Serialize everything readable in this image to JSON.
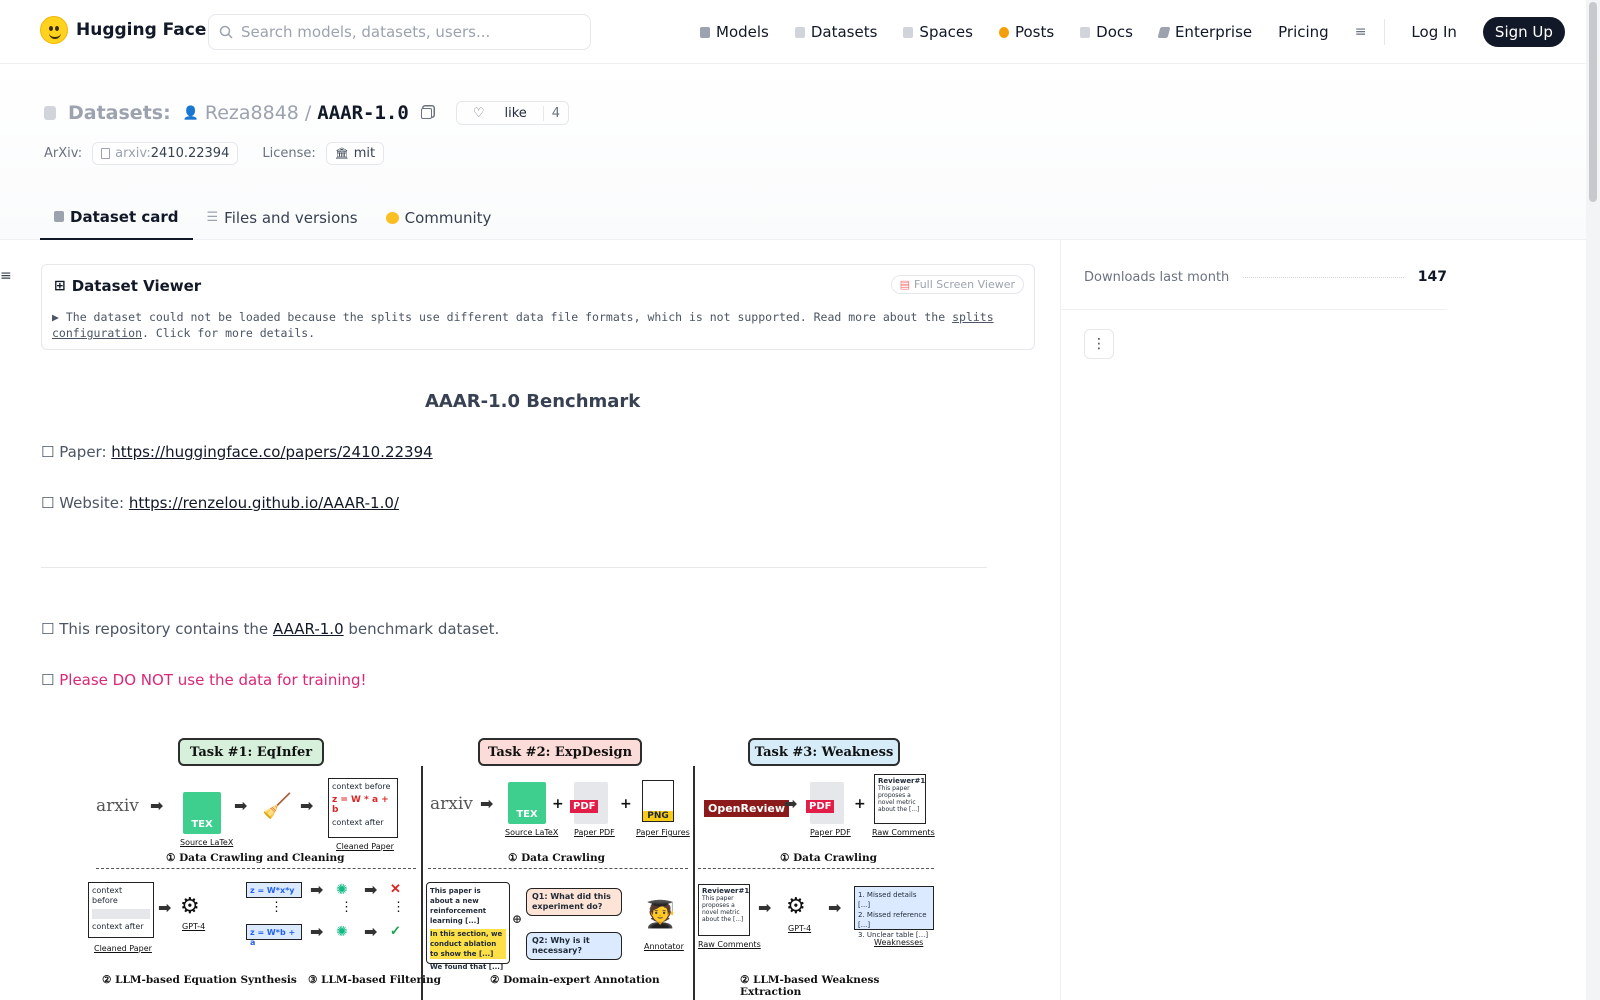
{
  "header": {
    "brand": "Hugging Face",
    "search_placeholder": "Search models, datasets, users...",
    "nav": [
      {
        "label": "Models",
        "color": "#6b7280"
      },
      {
        "label": "Datasets",
        "color": "#9ca3af"
      },
      {
        "label": "Spaces",
        "color": "#9ca3af"
      },
      {
        "label": "Posts",
        "color": "#f59e0b"
      },
      {
        "label": "Docs",
        "color": "#9ca3af"
      },
      {
        "label": "Enterprise",
        "color": "#6b7280"
      },
      {
        "label": "Pricing"
      }
    ],
    "login": "Log In",
    "signup": "Sign Up"
  },
  "repo": {
    "section": "Datasets:",
    "owner": "Reza8848",
    "separator": "/",
    "name": "AAAR-1.0",
    "like_label": "like",
    "like_count": "4",
    "arxiv_label": "ArXiv:",
    "arxiv_prefix": "arxiv:",
    "arxiv_id": "2410.22394",
    "license_label": "License:",
    "license_value": "mit",
    "tabs": [
      "Dataset card",
      "Files and versions",
      "Community"
    ]
  },
  "viewer": {
    "title": "Dataset Viewer",
    "fullscreen": "Full Screen Viewer",
    "message": "The dataset could not be loaded because the splits use different data file formats, which is not supported. Read more about the ",
    "link": "splits configuration",
    "message_end": ". Click for more details."
  },
  "card": {
    "title": "AAAR-1.0 Benchmark",
    "paper_label": "Paper:",
    "paper_url": "https://huggingface.co/papers/2410.22394",
    "website_label": "Website:",
    "website_url": "https://renzelou.github.io/AAAR-1.0/",
    "repo_text_1": "This repository contains the ",
    "repo_link": "AAAR-1.0",
    "repo_text_2": " benchmark dataset.",
    "warning": "Please DO NOT use the data for training!",
    "checkbox": "☐"
  },
  "figure": {
    "tasks": [
      {
        "label": "Task #1: EqInfer",
        "color": "#d6f0dc"
      },
      {
        "label": "Task #2: ExpDesign",
        "color": "#fbdcd8"
      },
      {
        "label": "Task #3: Weakness",
        "color": "#d6ecf8"
      }
    ],
    "arxiv": "arxiv",
    "source_latex": "Source LaTeX",
    "tex": "TEX",
    "pdf": "PDF",
    "png": "PNG",
    "paper_pdf": "Paper PDF",
    "paper_figures": "Paper Figures",
    "cleaned_paper": "Cleaned Paper",
    "raw_comments": "Raw Comments",
    "openreview": "OpenReview",
    "context_before": "context before",
    "context_after": "context after",
    "eq_main": "z = W * a + b",
    "eq_1": "z = W*x*y",
    "eq_2": "z = W*b + a",
    "vdots": "⋮",
    "cross": "✕",
    "check": "✓",
    "gpt4": "GPT-4",
    "annotator": "Annotator",
    "weaknesses": "Weaknesses",
    "reviewer": "Reviewer#1",
    "reviewer_text": "This paper proposes a novel metric about the [...]",
    "paper_note_1": "This paper is about a new reinforcement learning [...]",
    "paper_note_2": "In this section, we conduct ablation to show the [...]",
    "paper_note_3": "We found that [...]",
    "q1": "Q1: What did this experiment do?",
    "q2": "Q2: Why is it necessary?",
    "weakness_list": [
      "1. Missed details [...]",
      "2. Missed reference [...]",
      "3. Unclear table [...]"
    ],
    "step_1a": "① Data Crawling and Cleaning",
    "step_1b": "① Data Crawling",
    "step_1c": "① Data Crawling",
    "step_2a": "② LLM-based Equation Synthesis",
    "step_3a": "③ LLM-based Filtering",
    "step_2b": "② Domain-expert Annotation",
    "step_2c": "② LLM-based Weakness Extraction"
  },
  "sidebar": {
    "downloads_label": "Downloads last month",
    "downloads_value": "147"
  }
}
